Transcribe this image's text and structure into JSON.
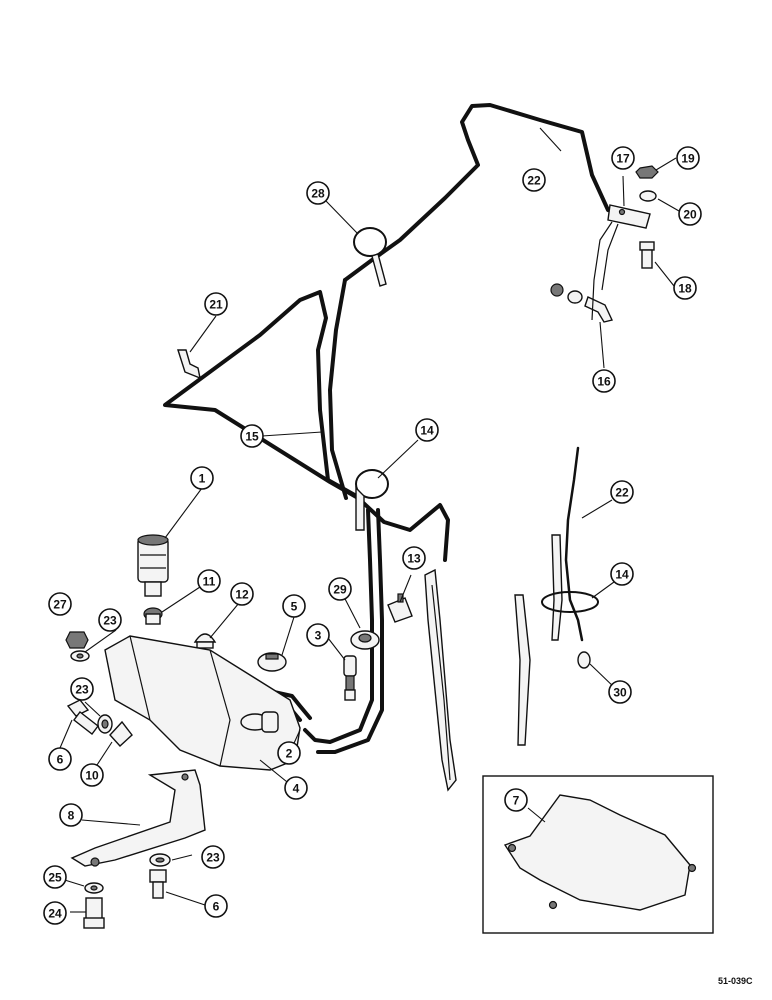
{
  "drawing_code": "51-039C",
  "callouts": [
    {
      "id": "c1",
      "label": "1"
    },
    {
      "id": "c2",
      "label": "2"
    },
    {
      "id": "c3",
      "label": "3"
    },
    {
      "id": "c4",
      "label": "4"
    },
    {
      "id": "c5",
      "label": "5"
    },
    {
      "id": "c6a",
      "label": "6"
    },
    {
      "id": "c6b",
      "label": "6"
    },
    {
      "id": "c7",
      "label": "7"
    },
    {
      "id": "c8",
      "label": "8"
    },
    {
      "id": "c10",
      "label": "10"
    },
    {
      "id": "c11",
      "label": "11"
    },
    {
      "id": "c12",
      "label": "12"
    },
    {
      "id": "c13",
      "label": "13"
    },
    {
      "id": "c14a",
      "label": "14"
    },
    {
      "id": "c14b",
      "label": "14"
    },
    {
      "id": "c15",
      "label": "15"
    },
    {
      "id": "c16",
      "label": "16"
    },
    {
      "id": "c17",
      "label": "17"
    },
    {
      "id": "c18",
      "label": "18"
    },
    {
      "id": "c19",
      "label": "19"
    },
    {
      "id": "c20",
      "label": "20"
    },
    {
      "id": "c21",
      "label": "21"
    },
    {
      "id": "c22a",
      "label": "22"
    },
    {
      "id": "c22b",
      "label": "22"
    },
    {
      "id": "c23a",
      "label": "23"
    },
    {
      "id": "c23b",
      "label": "23"
    },
    {
      "id": "c23c",
      "label": "23"
    },
    {
      "id": "c24",
      "label": "24"
    },
    {
      "id": "c25",
      "label": "25"
    },
    {
      "id": "c27",
      "label": "27"
    },
    {
      "id": "c28",
      "label": "28"
    },
    {
      "id": "c29",
      "label": "29"
    },
    {
      "id": "c30",
      "label": "30"
    }
  ]
}
